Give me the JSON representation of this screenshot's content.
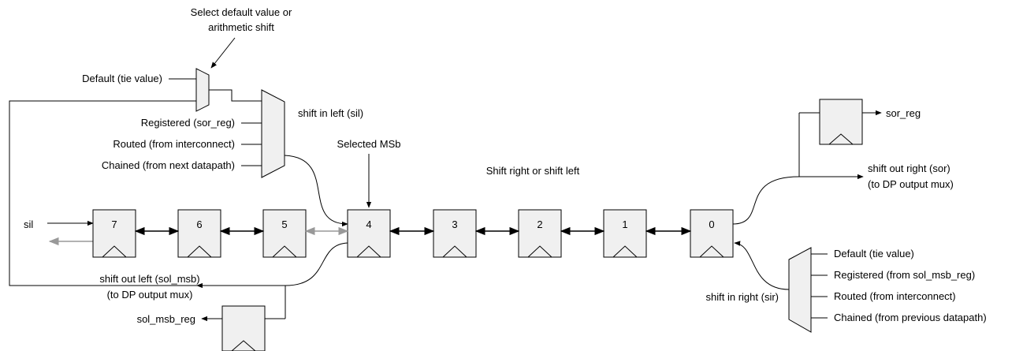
{
  "labels": {
    "select_note_1": "Select default value or",
    "select_note_2": "arithmetic shift",
    "left_default": "Default (tie value)",
    "left_registered": "Registered (sor_reg)",
    "left_routed": "Routed (from interconnect)",
    "left_chained": "Chained (from next datapath)",
    "shift_in_left": "shift in left (sil)",
    "selected_msb": "Selected MSb",
    "shift_dir": "Shift right or shift left",
    "sil": "sil",
    "sor_reg": "sor_reg",
    "sor_1": "shift out right (sor)",
    "sor_2": "(to DP output mux)",
    "sol_1": "shift out left (sol_msb)",
    "sol_2": "(to DP output mux)",
    "sol_msb_reg": "sol_msb_reg",
    "shift_in_right": "shift in right (sir)",
    "right_default": "Default (tie value)",
    "right_registered": "Registered (from sol_msb_reg)",
    "right_routed": "Routed (from interconnect)",
    "right_chained": "Chained (from previous datapath)"
  },
  "registers": [
    "7",
    "6",
    "5",
    "4",
    "3",
    "2",
    "1",
    "0"
  ],
  "colors": {
    "fill": "#f0f0f0",
    "line": "#000000",
    "gray_line": "#999999"
  }
}
